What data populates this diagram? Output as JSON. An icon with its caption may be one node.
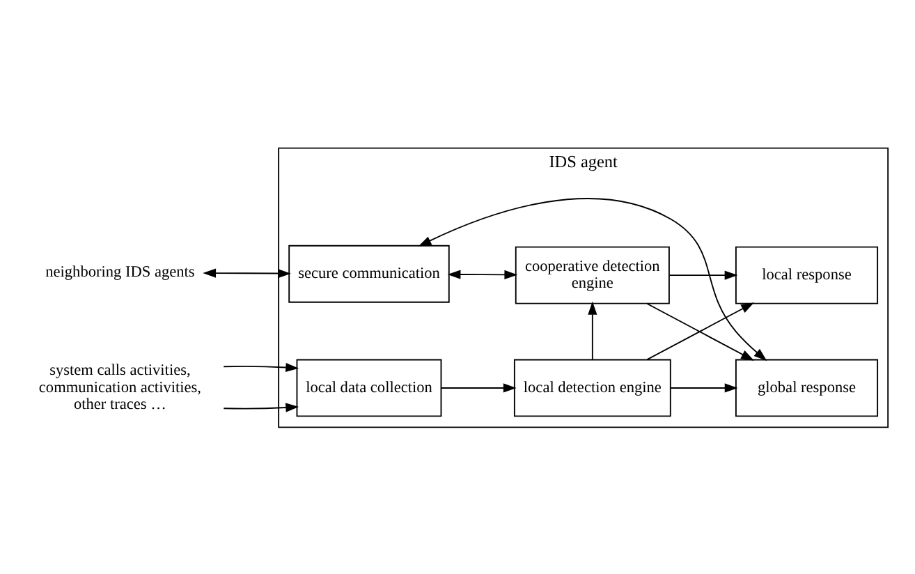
{
  "diagram": {
    "nodes": [
      {
        "text": [
          "IDS agent"
        ]
      },
      {
        "text": [
          "secure communication"
        ],
        "in": 0
      },
      {
        "text": [
          "cooperative detection engine"
        ],
        "in": 0
      },
      {
        "text": [
          "global response"
        ],
        "in": 0
      },
      {
        "text": [
          "local data collection"
        ],
        "in": 0
      },
      {
        "text": [
          "local detection engine"
        ],
        "in": 0
      },
      {
        "text": [
          "local response"
        ],
        "in": 0
      },
      {
        "text": [
          "neighboring IDS agents"
        ]
      },
      {
        "text": [
          "system calls activities, communication activities, other traces …"
        ]
      }
    ],
    "edges": [
      {
        "from": 3,
        "to": 1,
        "arrow": "both"
      },
      {
        "from": 7,
        "to": 1,
        "arrow": "both"
      },
      {
        "from": 1,
        "to": 2,
        "arrow": "both"
      },
      {
        "from": 2,
        "to": 3,
        "arrow": "to"
      },
      {
        "from": 2,
        "to": 6,
        "arrow": "to"
      },
      {
        "from": 5,
        "to": 2,
        "arrow": "to"
      },
      {
        "from": 4,
        "to": 5,
        "arrow": "to"
      },
      {
        "from": 5,
        "to": 3,
        "arrow": "to"
      },
      {
        "from": 5,
        "to": 6,
        "arrow": "to"
      },
      {
        "from": 8,
        "to": 4,
        "arrow": "to"
      },
      {
        "from": 8,
        "to": 4,
        "arrow": "to"
      }
    ]
  }
}
